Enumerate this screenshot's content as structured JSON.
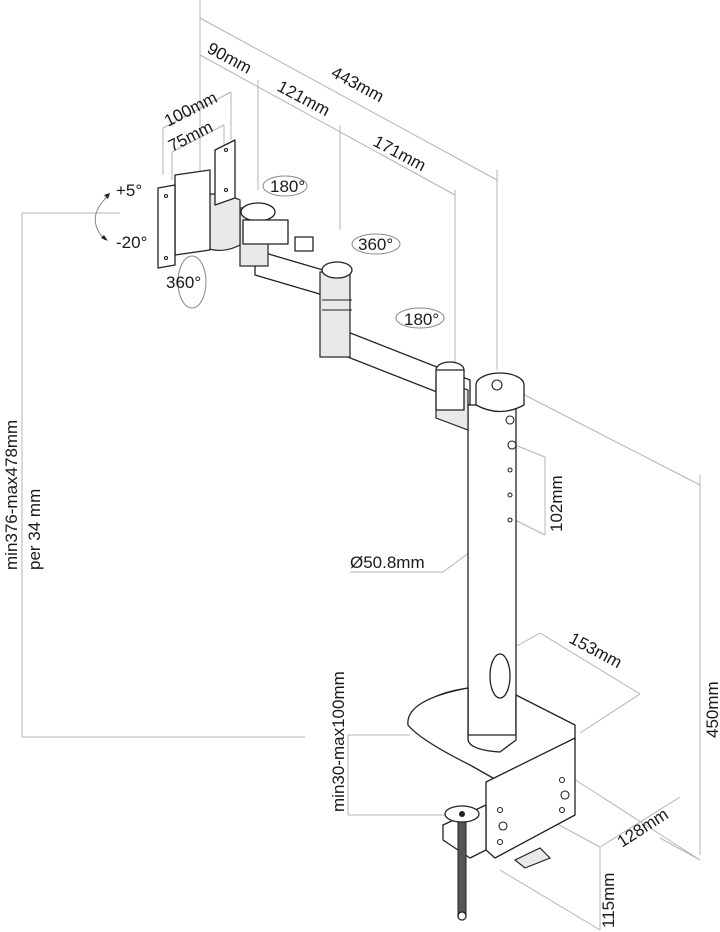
{
  "diagram": {
    "title": "Desk mount monitor arm technical drawing",
    "dimensions": {
      "arm_segment_1": "90mm",
      "arm_total": "443mm",
      "arm_segment_2": "121mm",
      "arm_segment_3": "171mm",
      "vesa_large": "100mm",
      "vesa_small": "75mm",
      "tilt_up": "+5°",
      "tilt_down": "-20°",
      "rotation_plate": "360°",
      "swivel_head": "180°",
      "swivel_middle": "360°",
      "swivel_base_arm": "180°",
      "height_range": "min376-max478mm",
      "height_step": "per 34 mm",
      "hole_spacing": "102mm",
      "pole_diameter": "Ø50.8mm",
      "base_width": "153mm",
      "pole_height": "450mm",
      "desk_thickness": "min30-max100mm",
      "base_depth": "128mm",
      "clamp_height": "115mm"
    }
  }
}
